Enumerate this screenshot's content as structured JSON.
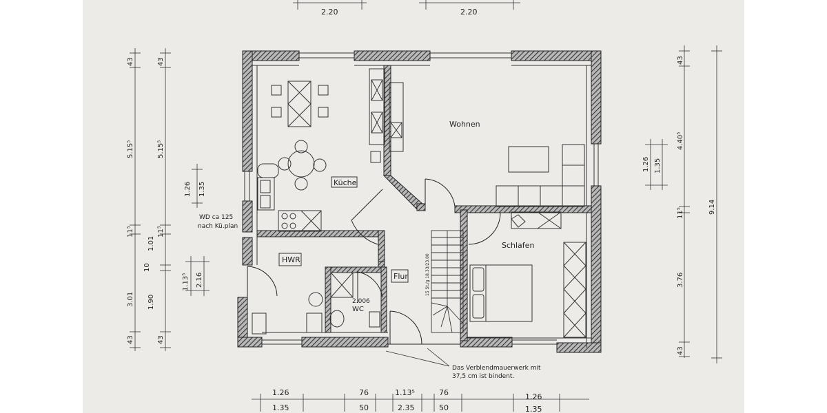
{
  "rooms": {
    "wohnen": "Wohnen",
    "kueche": "Küche",
    "schlafen": "Schlafen",
    "hwr": "HWR",
    "flur": "Flur",
    "wc": "WC"
  },
  "notes": {
    "wd_line1": "WD ca 125",
    "wd_line2": "nach Kü.plan",
    "wc_area": "2.006",
    "stairs": "15 St./g 18.33/23.00",
    "masonry_line1": "Das Verblendmauerwerk mit",
    "masonry_line2": "37,5 cm ist bindent."
  },
  "dims": {
    "top_left": "2.20",
    "top_right": "2.20",
    "left_outer": [
      "43",
      "5.15⁵",
      "11⁵",
      "3.01",
      "43"
    ],
    "left_inner": [
      "43",
      "5.15⁵",
      "1.35",
      "1.26",
      "11⁵",
      "1.01",
      "10",
      "1.90",
      "1.13⁵",
      "2.16",
      "43"
    ],
    "right_outer": [
      "43",
      "4.40⁵",
      "9.14",
      "11⁵",
      "3.76",
      "43"
    ],
    "right_inner": [
      "1.26",
      "1.35"
    ],
    "bottom_row1": [
      "1.26",
      "76",
      "1.13⁵",
      "76",
      "1.26"
    ],
    "bottom_row2": [
      "1.35",
      "50",
      "2.35",
      "50",
      "1.35"
    ]
  }
}
